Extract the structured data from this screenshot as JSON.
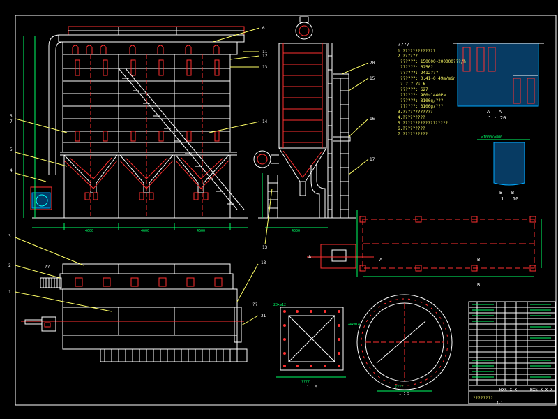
{
  "notes": {
    "heading": "????",
    "lines": [
      "1.?????????????",
      "2.??????",
      "??????: 150000~200000???/h",
      "??????: 6250?",
      "??????: 2412???",
      "??????: 0.41~0.49m/min",
      "? ? ? ?: 6",
      "??????: 627",
      "??????: 900~1440Pa",
      "??????: 3100g/???",
      "??????: 3100g/???",
      "3.????????????",
      "4.?????????",
      "5.??????????????????",
      "6.?????????",
      "7.??????????"
    ]
  },
  "callouts": {
    "front": [
      "6",
      "12",
      "13",
      "5",
      "14",
      "7",
      "5",
      "4"
    ],
    "side": [
      "20",
      "15",
      "16",
      "17",
      "11",
      "13"
    ],
    "plan": [
      "3",
      "2",
      "1",
      "18",
      "21"
    ],
    "plan_qq": "??"
  },
  "dimensions": {
    "front_bottom": [
      "4600",
      "4600",
      "4600"
    ],
    "side_bottom": "4000"
  },
  "sections": {
    "aa_title": "A — A",
    "aa_scale": "1 : 20",
    "bb_title": "B — B",
    "bb_scale": "1 : 10",
    "bb_note": "ø1000/ø800",
    "flange_square_title": "????",
    "flange_square_scale": "1 : 5",
    "flange_square_label": "20×ø12",
    "flange_round_title": "????",
    "flange_round_scale": "1 : 5",
    "flange_round_label": "24×ø14",
    "mark_a1": "A",
    "mark_a2": "A",
    "mark_b1": "B",
    "mark_b2": "B"
  },
  "title_block": {
    "drawing_no_1": "HXS-X-X",
    "drawing_no_2": "HXS-X-X-X",
    "company": "????????",
    "scale": "1:1"
  }
}
